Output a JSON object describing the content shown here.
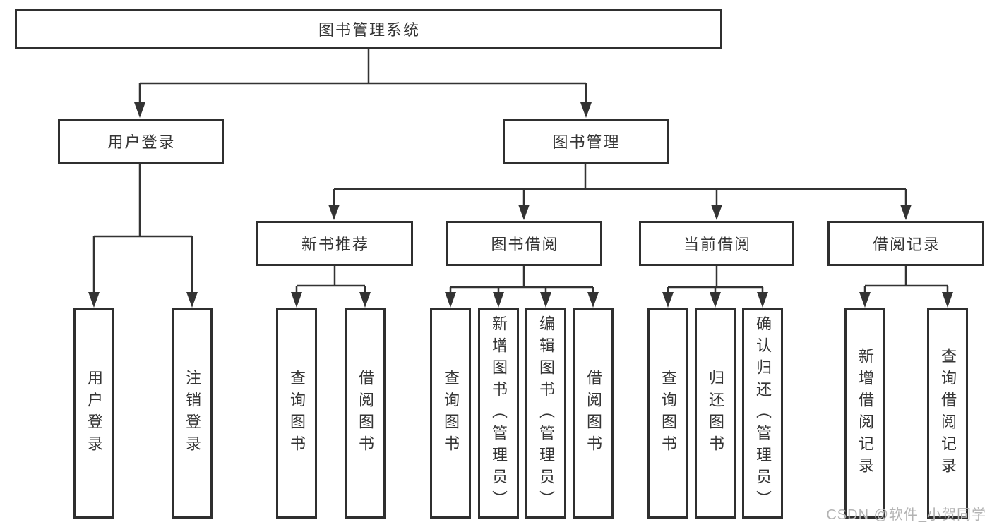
{
  "diagram": {
    "type": "hierarchy-tree",
    "root": {
      "label": "图书管理系统"
    },
    "level2": [
      {
        "label": "用户登录"
      },
      {
        "label": "图书管理"
      }
    ],
    "level3": [
      {
        "label": "新书推荐",
        "parent": "图书管理"
      },
      {
        "label": "图书借阅",
        "parent": "图书管理"
      },
      {
        "label": "当前借阅",
        "parent": "图书管理"
      },
      {
        "label": "借阅记录",
        "parent": "图书管理"
      }
    ],
    "leaves": [
      {
        "label": "用户登录",
        "parent": "用户登录"
      },
      {
        "label": "注销登录",
        "parent": "用户登录"
      },
      {
        "label": "查询图书",
        "parent": "新书推荐"
      },
      {
        "label": "借阅图书",
        "parent": "新书推荐"
      },
      {
        "label": "查询图书",
        "parent": "图书借阅"
      },
      {
        "label": "新增图书（管理员）",
        "parent": "图书借阅"
      },
      {
        "label": "编辑图书（管理员）",
        "parent": "图书借阅"
      },
      {
        "label": "借阅图书",
        "parent": "图书借阅"
      },
      {
        "label": "查询图书",
        "parent": "当前借阅"
      },
      {
        "label": "归还图书",
        "parent": "当前借阅"
      },
      {
        "label": "确认归还（管理员）",
        "parent": "当前借阅"
      },
      {
        "label": "新增借阅记录",
        "parent": "借阅记录"
      },
      {
        "label": "查询借阅记录",
        "parent": "借阅记录"
      }
    ]
  },
  "watermark": {
    "text": "CSDN @软件_小贺同学"
  },
  "colors": {
    "box_border": "#2f2f2f",
    "connector": "#333333",
    "text": "#353535",
    "watermark": "#b3b3b3",
    "background": "#ffffff"
  }
}
